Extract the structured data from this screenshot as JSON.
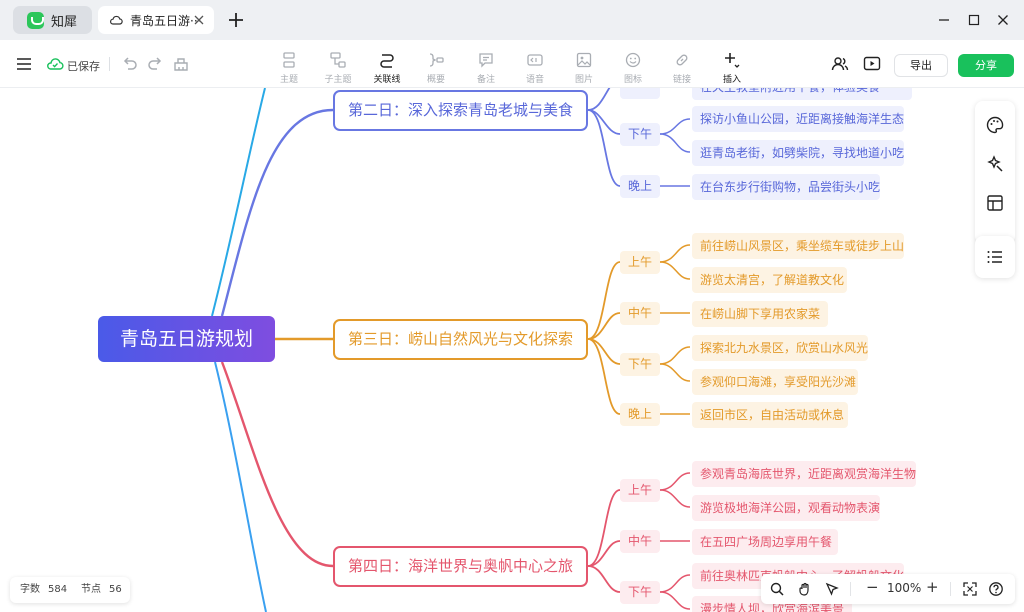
{
  "titlebar": {
    "app_name": "知犀",
    "tab_title": "青岛五日游···",
    "minimize_icon": "minimize-icon",
    "maximize_icon": "maximize-icon",
    "close_icon": "close-icon"
  },
  "toolbar": {
    "saved_label": "已保存",
    "tools": [
      {
        "label": "主题",
        "icon": "topic-icon"
      },
      {
        "label": "子主题",
        "icon": "subtopic-icon"
      },
      {
        "label": "关联线",
        "icon": "relation-line-icon"
      },
      {
        "label": "概要",
        "icon": "summary-icon"
      },
      {
        "label": "备注",
        "icon": "note-icon"
      },
      {
        "label": "语音",
        "icon": "voice-icon"
      },
      {
        "label": "图片",
        "icon": "image-icon"
      },
      {
        "label": "图标",
        "icon": "emoji-icon"
      },
      {
        "label": "链接",
        "icon": "link-icon"
      },
      {
        "label": "插入",
        "icon": "insert-icon"
      }
    ],
    "export_label": "导出",
    "share_label": "分享"
  },
  "colors": {
    "blue": "#5867d9",
    "orange": "#e39a2a",
    "red": "#e4566d",
    "share_green": "#19c15c",
    "root_gradient": [
      "#4a5ae8",
      "#7f4de0"
    ]
  },
  "mindmap": {
    "root": "青岛五日游规划",
    "day2": {
      "title": "第二日：深入探索青岛老城与美食",
      "partial_top_leaf": "在天主教堂附近用午餐，体验美食",
      "afternoon": "下午",
      "afternoon_items": [
        "探访小鱼山公园，近距离接触海洋生态",
        "逛青岛老街，如劈柴院，寻找地道小吃"
      ],
      "evening": "晚上",
      "evening_items": [
        "在台东步行街购物，品尝街头小吃"
      ]
    },
    "day3": {
      "title": "第三日：崂山自然风光与文化探索",
      "morning": "上午",
      "morning_items": [
        "前往崂山风景区，乘坐缆车或徒步上山",
        "游览太清宫，了解道教文化"
      ],
      "noon": "中午",
      "noon_items": [
        "在崂山脚下享用农家菜"
      ],
      "afternoon": "下午",
      "afternoon_items": [
        "探索北九水景区，欣赏山水风光",
        "参观仰口海滩，享受阳光沙滩"
      ],
      "evening": "晚上",
      "evening_items": [
        "返回市区，自由活动或休息"
      ]
    },
    "day4": {
      "title": "第四日：海洋世界与奥帆中心之旅",
      "morning": "上午",
      "morning_items": [
        "参观青岛海底世界，近距离观赏海洋生物",
        "游览极地海洋公园，观看动物表演"
      ],
      "noon": "中午",
      "noon_items": [
        "在五四广场周边享用午餐"
      ],
      "afternoon": "下午",
      "afternoon_items": [
        "前往奥林匹克帆船中心，了解帆船文化",
        "漫步情人坝，欣赏海滨美景"
      ]
    }
  },
  "side_panel": [
    "palette-icon",
    "magic-style-icon",
    "layout-icon",
    "outline-list-icon"
  ],
  "stats": {
    "words_label": "字数",
    "words": "584",
    "nodes_label": "节点",
    "nodes": "56"
  },
  "zoom": {
    "value": "100%",
    "minus": "−",
    "plus": "+"
  }
}
